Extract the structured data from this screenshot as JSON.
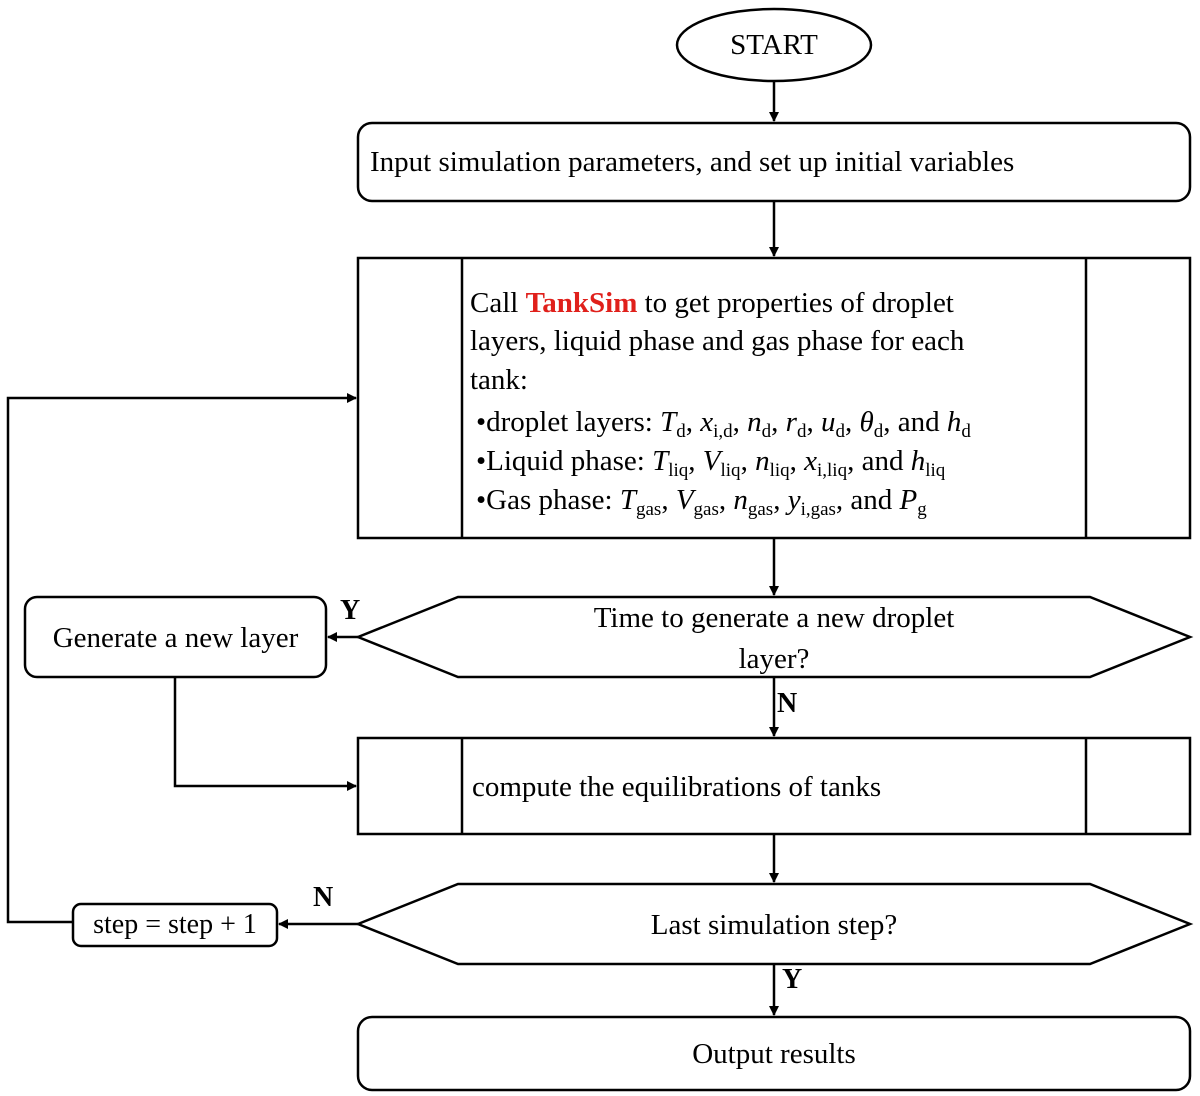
{
  "nodes": {
    "start": "START",
    "input": "Input simulation parameters, and set up initial variables",
    "call": {
      "prefix": "Call",
      "tanksim": "TankSim",
      "line1_rest": "to get properties of droplet",
      "line2": "layers, liquid phase and gas phase for each",
      "line3": "tank:",
      "droplet": {
        "label": "•droplet layers:",
        "T": "T",
        "T_sub": "d",
        "x": "x",
        "x_sub": "i,d",
        "n": "n",
        "n_sub": "d",
        "r": "r",
        "r_sub": "d",
        "u": "u",
        "u_sub": "d",
        "theta": "θ",
        "theta_sub": "d",
        "and": "and",
        "h": "h",
        "h_sub": "d"
      },
      "liquid": {
        "label": "•Liquid phase:",
        "T": "T",
        "T_sub": "liq",
        "V": "V",
        "V_sub": "liq",
        "n": "n",
        "n_sub": "liq",
        "x": "x",
        "x_sub": "i,liq",
        "and": "and",
        "h": "h",
        "h_sub": "liq"
      },
      "gas": {
        "label": "•Gas phase:",
        "T": "T",
        "T_sub": "gas",
        "V": "V",
        "V_sub": "gas",
        "n": "n",
        "n_sub": "gas",
        "y": "y",
        "y_sub": "i,gas",
        "and": "and",
        "P": "P",
        "P_sub": "g"
      }
    },
    "decision1": {
      "line1": "Time to generate a new droplet",
      "line2": "layer?"
    },
    "generate": "Generate a new layer",
    "compute": "compute the equilibrations of tanks",
    "step": "step = step + 1",
    "decision2": "Last simulation step?",
    "output": "Output results"
  },
  "labels": {
    "d1_yes": "Y",
    "d1_no": "N",
    "d2_no": "N",
    "d2_yes": "Y"
  },
  "colors": {
    "stroke": "#000000",
    "highlight": "#e0201b"
  }
}
